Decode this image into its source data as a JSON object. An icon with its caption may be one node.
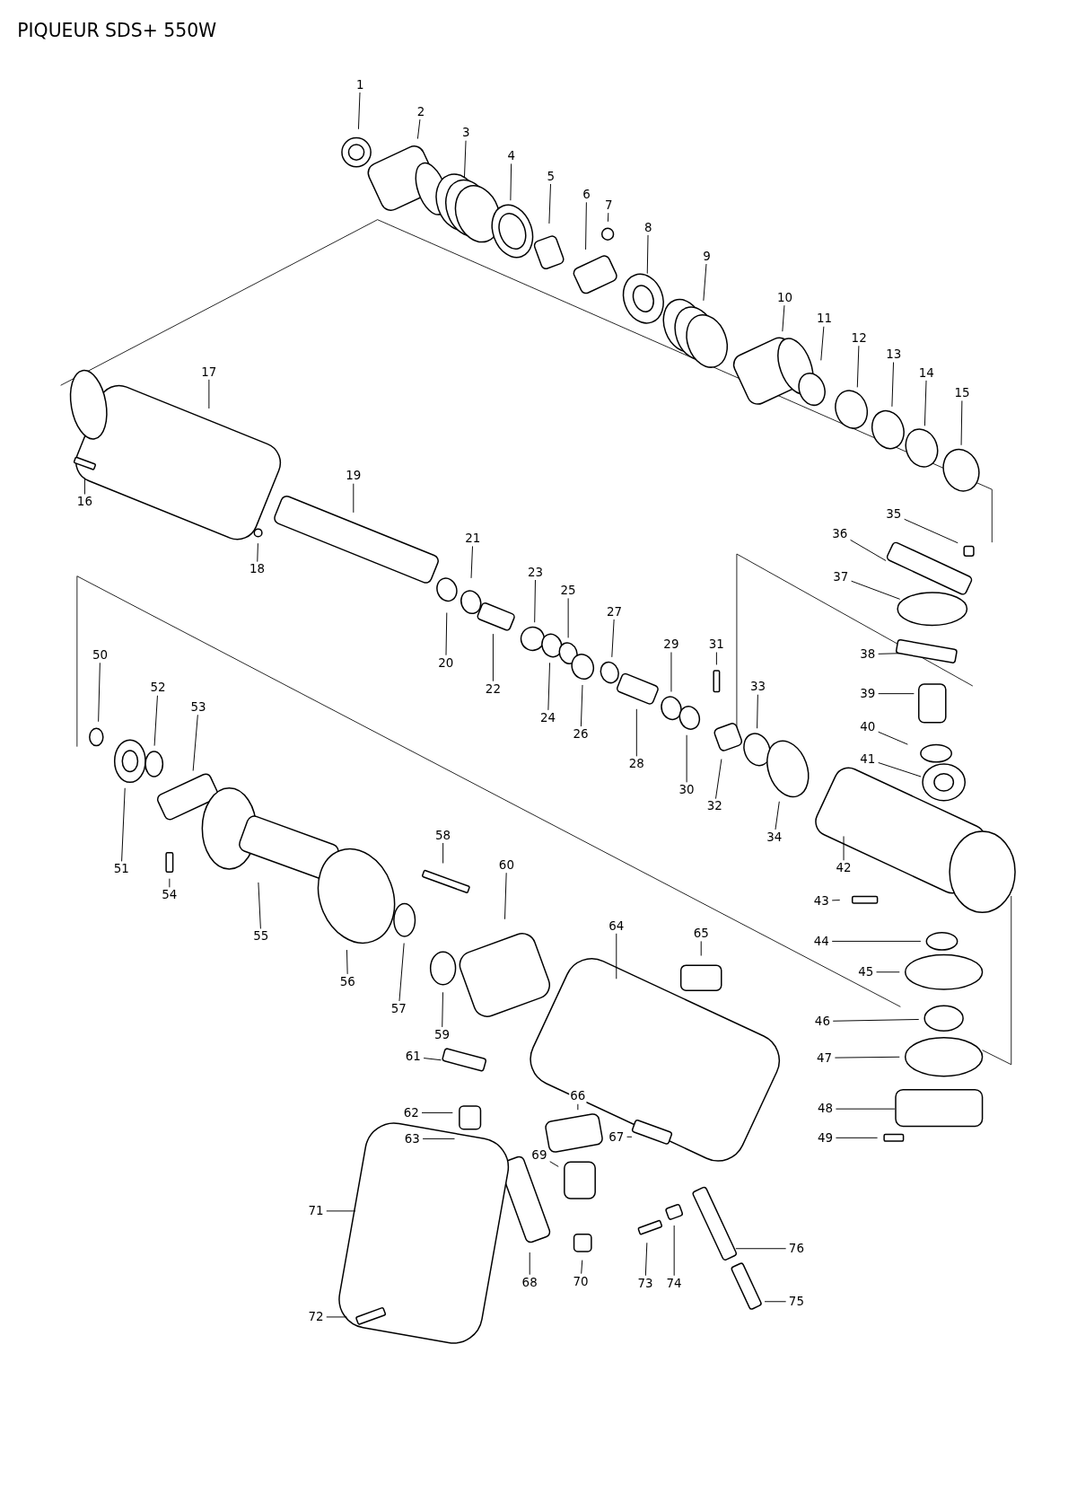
{
  "diagram": {
    "title": "PIQUEUR SDS+ 550W",
    "nodes": [
      {
        "text": [
          "1"
        ]
      },
      {
        "text": [
          "2"
        ]
      },
      {
        "text": [
          "3"
        ]
      },
      {
        "text": [
          "4"
        ]
      },
      {
        "text": [
          "5"
        ]
      },
      {
        "text": [
          "6"
        ]
      },
      {
        "text": [
          "7"
        ]
      },
      {
        "text": [
          "8"
        ]
      },
      {
        "text": [
          "9"
        ]
      },
      {
        "text": [
          "10"
        ]
      },
      {
        "text": [
          "11"
        ]
      },
      {
        "text": [
          "12"
        ]
      },
      {
        "text": [
          "13"
        ]
      },
      {
        "text": [
          "14"
        ]
      },
      {
        "text": [
          "15"
        ]
      },
      {
        "text": [
          "16"
        ]
      },
      {
        "text": [
          "17"
        ]
      },
      {
        "text": [
          "18"
        ]
      },
      {
        "text": [
          "19"
        ]
      },
      {
        "text": [
          "20"
        ]
      },
      {
        "text": [
          "21"
        ]
      },
      {
        "text": [
          "22"
        ]
      },
      {
        "text": [
          "23"
        ]
      },
      {
        "text": [
          "24"
        ]
      },
      {
        "text": [
          "25"
        ]
      },
      {
        "text": [
          "26"
        ]
      },
      {
        "text": [
          "27"
        ]
      },
      {
        "text": [
          "28"
        ]
      },
      {
        "text": [
          "29"
        ]
      },
      {
        "text": [
          "30"
        ]
      },
      {
        "text": [
          "31"
        ]
      },
      {
        "text": [
          "32"
        ]
      },
      {
        "text": [
          "33"
        ]
      },
      {
        "text": [
          "34"
        ]
      },
      {
        "text": [
          "35"
        ]
      },
      {
        "text": [
          "36"
        ]
      },
      {
        "text": [
          "37"
        ]
      },
      {
        "text": [
          "38"
        ]
      },
      {
        "text": [
          "39"
        ]
      },
      {
        "text": [
          "40"
        ]
      },
      {
        "text": [
          "41"
        ]
      },
      {
        "text": [
          "42"
        ]
      },
      {
        "text": [
          "43"
        ]
      },
      {
        "text": [
          "44"
        ]
      },
      {
        "text": [
          "45"
        ]
      },
      {
        "text": [
          "46"
        ]
      },
      {
        "text": [
          "47"
        ]
      },
      {
        "text": [
          "48"
        ]
      },
      {
        "text": [
          "49"
        ]
      },
      {
        "text": [
          "50"
        ]
      },
      {
        "text": [
          "51"
        ]
      },
      {
        "text": [
          "52"
        ]
      },
      {
        "text": [
          "53"
        ]
      },
      {
        "text": [
          "54"
        ]
      },
      {
        "text": [
          "55"
        ]
      },
      {
        "text": [
          "56"
        ]
      },
      {
        "text": [
          "57"
        ]
      },
      {
        "text": [
          "58"
        ]
      },
      {
        "text": [
          "59"
        ]
      },
      {
        "text": [
          "60"
        ]
      },
      {
        "text": [
          "61"
        ]
      },
      {
        "text": [
          "62"
        ]
      },
      {
        "text": [
          "63"
        ]
      },
      {
        "text": [
          "64"
        ]
      },
      {
        "text": [
          "65"
        ]
      },
      {
        "text": [
          "66"
        ]
      },
      {
        "text": [
          "67"
        ]
      },
      {
        "text": [
          "68"
        ]
      },
      {
        "text": [
          "69"
        ]
      },
      {
        "text": [
          "70"
        ]
      },
      {
        "text": [
          "71"
        ]
      },
      {
        "text": [
          "72"
        ]
      },
      {
        "text": [
          "73"
        ]
      },
      {
        "text": [
          "74"
        ]
      },
      {
        "text": [
          "75"
        ]
      },
      {
        "text": [
          "76"
        ]
      }
    ],
    "edges": [
      {
        "from": 0,
        "to": null,
        "arrow": "none"
      },
      {
        "from": 1,
        "to": null,
        "arrow": "none"
      },
      {
        "from": 2,
        "to": null,
        "arrow": "none"
      },
      {
        "from": 3,
        "to": null,
        "arrow": "none"
      },
      {
        "from": 4,
        "to": null,
        "arrow": "none"
      },
      {
        "from": 5,
        "to": null,
        "arrow": "none"
      },
      {
        "from": 6,
        "to": null,
        "arrow": "none"
      },
      {
        "from": 7,
        "to": null,
        "arrow": "none"
      },
      {
        "from": 8,
        "to": null,
        "arrow": "none"
      },
      {
        "from": 9,
        "to": null,
        "arrow": "none"
      },
      {
        "from": 10,
        "to": null,
        "arrow": "none"
      },
      {
        "from": 11,
        "to": null,
        "arrow": "none"
      },
      {
        "from": 12,
        "to": null,
        "arrow": "none"
      },
      {
        "from": 13,
        "to": null,
        "arrow": "none"
      },
      {
        "from": 14,
        "to": null,
        "arrow": "none"
      },
      {
        "from": 15,
        "to": null,
        "arrow": "none"
      },
      {
        "from": 16,
        "to": null,
        "arrow": "none"
      },
      {
        "from": 17,
        "to": null,
        "arrow": "none"
      },
      {
        "from": 18,
        "to": null,
        "arrow": "none"
      },
      {
        "from": 19,
        "to": null,
        "arrow": "none"
      },
      {
        "from": 20,
        "to": null,
        "arrow": "none"
      },
      {
        "from": 21,
        "to": null,
        "arrow": "none"
      },
      {
        "from": 22,
        "to": null,
        "arrow": "none"
      },
      {
        "from": 23,
        "to": null,
        "arrow": "none"
      },
      {
        "from": 24,
        "to": null,
        "arrow": "none"
      },
      {
        "from": 25,
        "to": null,
        "arrow": "none"
      },
      {
        "from": 26,
        "to": null,
        "arrow": "none"
      },
      {
        "from": 27,
        "to": null,
        "arrow": "none"
      },
      {
        "from": 28,
        "to": null,
        "arrow": "none"
      },
      {
        "from": 29,
        "to": null,
        "arrow": "none"
      },
      {
        "from": 30,
        "to": null,
        "arrow": "none"
      },
      {
        "from": 31,
        "to": null,
        "arrow": "none"
      },
      {
        "from": 32,
        "to": null,
        "arrow": "none"
      },
      {
        "from": 33,
        "to": null,
        "arrow": "none"
      },
      {
        "from": 34,
        "to": null,
        "arrow": "none"
      },
      {
        "from": 35,
        "to": null,
        "arrow": "none"
      },
      {
        "from": 36,
        "to": null,
        "arrow": "none"
      },
      {
        "from": 37,
        "to": null,
        "arrow": "none"
      },
      {
        "from": 38,
        "to": null,
        "arrow": "none"
      },
      {
        "from": 39,
        "to": null,
        "arrow": "none"
      },
      {
        "from": 40,
        "to": null,
        "arrow": "none"
      },
      {
        "from": 41,
        "to": null,
        "arrow": "none"
      },
      {
        "from": 42,
        "to": null,
        "arrow": "none"
      },
      {
        "from": 43,
        "to": null,
        "arrow": "none"
      },
      {
        "from": 44,
        "to": null,
        "arrow": "none"
      },
      {
        "from": 45,
        "to": null,
        "arrow": "none"
      },
      {
        "from": 46,
        "to": null,
        "arrow": "none"
      },
      {
        "from": 47,
        "to": null,
        "arrow": "none"
      },
      {
        "from": 48,
        "to": null,
        "arrow": "none"
      },
      {
        "from": 49,
        "to": null,
        "arrow": "none"
      },
      {
        "from": 50,
        "to": null,
        "arrow": "none"
      },
      {
        "from": 51,
        "to": null,
        "arrow": "none"
      },
      {
        "from": 52,
        "to": null,
        "arrow": "none"
      },
      {
        "from": 53,
        "to": null,
        "arrow": "none"
      },
      {
        "from": 54,
        "to": null,
        "arrow": "none"
      },
      {
        "from": 55,
        "to": null,
        "arrow": "none"
      },
      {
        "from": 56,
        "to": null,
        "arrow": "none"
      },
      {
        "from": 57,
        "to": null,
        "arrow": "none"
      },
      {
        "from": 58,
        "to": null,
        "arrow": "none"
      },
      {
        "from": 59,
        "to": null,
        "arrow": "none"
      },
      {
        "from": 60,
        "to": null,
        "arrow": "none"
      },
      {
        "from": 61,
        "to": null,
        "arrow": "none"
      },
      {
        "from": 62,
        "to": null,
        "arrow": "none"
      },
      {
        "from": 63,
        "to": null,
        "arrow": "none"
      },
      {
        "from": 64,
        "to": null,
        "arrow": "none"
      },
      {
        "from": 65,
        "to": null,
        "arrow": "none"
      },
      {
        "from": 66,
        "to": null,
        "arrow": "none"
      },
      {
        "from": 67,
        "to": null,
        "arrow": "none"
      },
      {
        "from": 68,
        "to": null,
        "arrow": "none"
      },
      {
        "from": 69,
        "to": null,
        "arrow": "none"
      },
      {
        "from": 70,
        "to": null,
        "arrow": "none"
      },
      {
        "from": 71,
        "to": null,
        "arrow": "none"
      },
      {
        "from": 72,
        "to": null,
        "arrow": "none"
      },
      {
        "from": 73,
        "to": null,
        "arrow": "none"
      },
      {
        "from": 74,
        "to": null,
        "arrow": "none"
      },
      {
        "from": 75,
        "to": null,
        "arrow": "none"
      }
    ]
  }
}
